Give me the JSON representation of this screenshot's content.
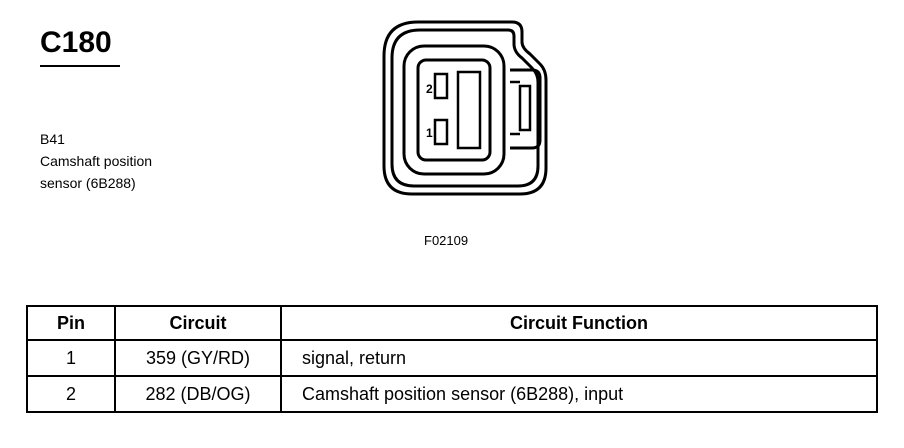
{
  "connector": {
    "id": "C180",
    "component_code": "B41",
    "description_line1": "Camshaft position",
    "description_line2": "sensor (6B288)",
    "figure_code": "F02109",
    "pin_labels": [
      "2",
      "1"
    ]
  },
  "table": {
    "headers": [
      "Pin",
      "Circuit",
      "Circuit Function"
    ],
    "rows": [
      {
        "pin": "1",
        "circuit": "359 (GY/RD)",
        "function": "signal, return"
      },
      {
        "pin": "2",
        "circuit": "282 (DB/OG)",
        "function": "Camshaft position sensor (6B288), input"
      }
    ]
  }
}
